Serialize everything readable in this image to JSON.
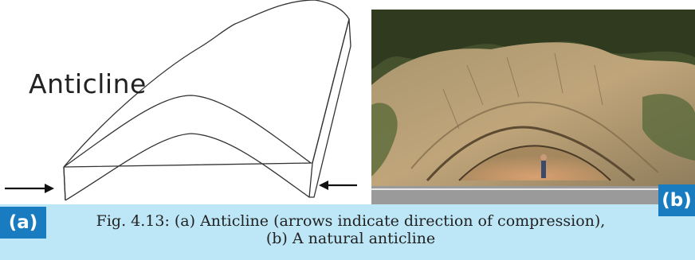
{
  "diagram": {
    "title": "Anticline",
    "panel_label_a": "(a)",
    "arrow_left_direction": "right",
    "arrow_right_direction": "left"
  },
  "photo": {
    "panel_label_b": "(b)",
    "subject": "natural-anticline-rock-outcrop"
  },
  "caption": {
    "line1": "Fig. 4.13: (a) Anticline (arrows indicate direction of compression),",
    "line2": "(b) A natural anticline"
  },
  "colors": {
    "caption_band": "#bde6f6",
    "label_box": "#1a7cc0",
    "line": "#333333"
  }
}
